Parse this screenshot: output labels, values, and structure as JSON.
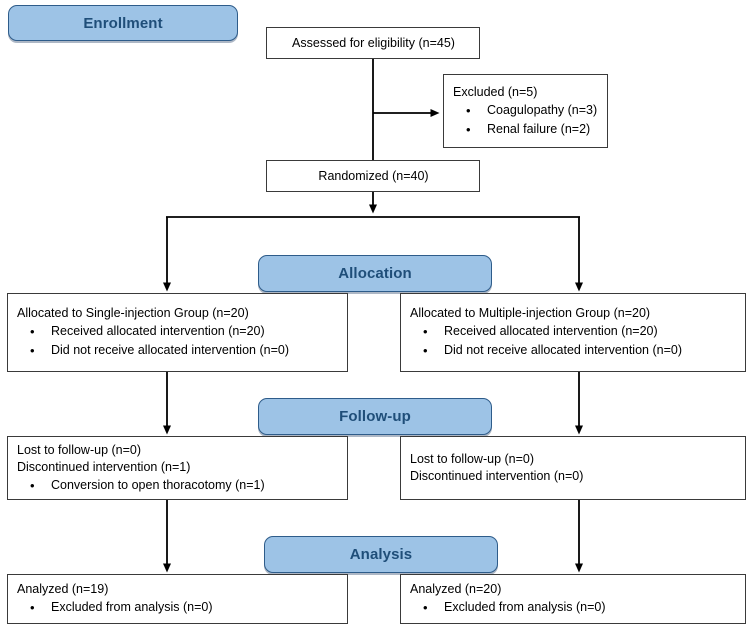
{
  "diagram": {
    "title": "CONSORT participant flow diagram",
    "colors": {
      "pill_fill": "#9dc3e6",
      "pill_border": "#2e5c8a",
      "pill_text": "#1f4e79",
      "box_border": "#3a3a3a",
      "box_fill": "#ffffff",
      "connector": "#000000",
      "background": "#ffffff"
    }
  },
  "stages": {
    "enrollment": "Enrollment",
    "allocation": "Allocation",
    "followup": "Follow-up",
    "analysis": "Analysis"
  },
  "nodes": {
    "assessed": {
      "heading": "Assessed for eligibility (n=45)",
      "bullets": []
    },
    "excluded": {
      "heading": "Excluded (n=5)",
      "bullets": [
        "Coagulopathy (n=3)",
        "Renal failure (n=2)"
      ]
    },
    "randomized": {
      "heading": "Randomized (n=40)",
      "bullets": []
    },
    "alloc_left": {
      "heading": "Allocated to Single-injection Group (n=20)",
      "bullets": [
        "Received allocated intervention (n=20)",
        "Did not receive allocated intervention (n=0)"
      ]
    },
    "alloc_right": {
      "heading": "Allocated to Multiple-injection Group (n=20)",
      "bullets": [
        "Received allocated intervention (n=20)",
        "Did not receive allocated intervention (n=0)"
      ]
    },
    "followup_left": {
      "heading": "Lost to follow-up (n=0)",
      "heading2": "Discontinued intervention (n=1)",
      "bullets": [
        "Conversion to open thoracotomy (n=1)"
      ]
    },
    "followup_right": {
      "heading": "Lost to follow-up (n=0)",
      "heading2": "Discontinued intervention (n=0)",
      "bullets": []
    },
    "analysis_left": {
      "heading": "Analyzed (n=19)",
      "bullets": [
        "Excluded from analysis (n=0)"
      ]
    },
    "analysis_right": {
      "heading": "Analyzed (n=20)",
      "bullets": [
        "Excluded from analysis (n=0)"
      ]
    }
  },
  "chart_data": {
    "type": "diagram",
    "title": "CONSORT flow diagram",
    "stages": [
      "Enrollment",
      "Allocation",
      "Follow-up",
      "Analysis"
    ],
    "counts": {
      "assessed_for_eligibility": 45,
      "excluded_total": 5,
      "excluded_coagulopathy": 3,
      "excluded_renal_failure": 2,
      "randomized": 40,
      "single_injection_allocated": 20,
      "single_injection_received": 20,
      "single_injection_not_received": 0,
      "multiple_injection_allocated": 20,
      "multiple_injection_received": 20,
      "multiple_injection_not_received": 0,
      "single_lost_to_followup": 0,
      "single_discontinued": 1,
      "single_conversion_to_open_thoracotomy": 1,
      "multiple_lost_to_followup": 0,
      "multiple_discontinued": 0,
      "single_analyzed": 19,
      "single_excluded_from_analysis": 0,
      "multiple_analyzed": 20,
      "multiple_excluded_from_analysis": 0
    }
  }
}
